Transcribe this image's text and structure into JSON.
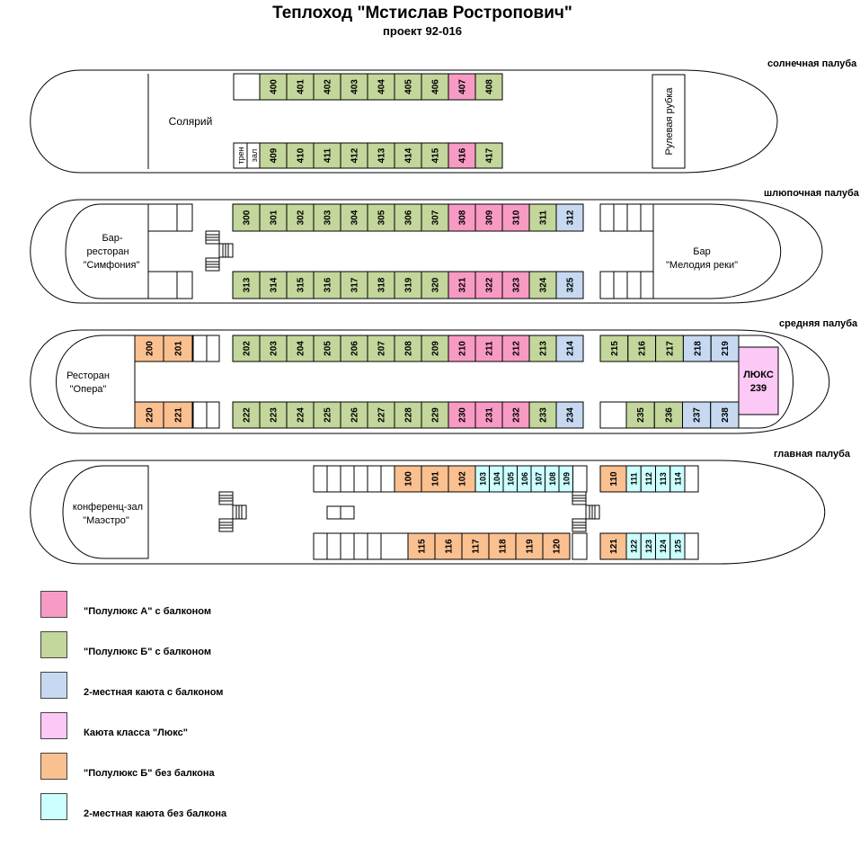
{
  "title": "Теплоход \"Мстислав Ростропович\"",
  "subtitle": "проект 92-016",
  "colors": {
    "pink": "#f79ac4",
    "green": "#c3d69b",
    "blue": "#c6d9f1",
    "lux": "#fcc8f6",
    "orange": "#fac090",
    "cyan": "#ccffff"
  },
  "decks": {
    "sun": {
      "label": "солнечная палуба",
      "solarium": "Солярий",
      "gym_a": "трен",
      "gym_b": "зал",
      "wheelhouse": "Рулевая рубка",
      "top": [
        {
          "n": "400",
          "c": "green"
        },
        {
          "n": "401",
          "c": "green"
        },
        {
          "n": "402",
          "c": "green"
        },
        {
          "n": "403",
          "c": "green"
        },
        {
          "n": "404",
          "c": "green"
        },
        {
          "n": "405",
          "c": "green"
        },
        {
          "n": "406",
          "c": "green"
        },
        {
          "n": "407",
          "c": "pink"
        },
        {
          "n": "408",
          "c": "green"
        }
      ],
      "bottom": [
        {
          "n": "409",
          "c": "green"
        },
        {
          "n": "410",
          "c": "green"
        },
        {
          "n": "411",
          "c": "green"
        },
        {
          "n": "412",
          "c": "green"
        },
        {
          "n": "413",
          "c": "green"
        },
        {
          "n": "414",
          "c": "green"
        },
        {
          "n": "415",
          "c": "green"
        },
        {
          "n": "416",
          "c": "pink"
        },
        {
          "n": "417",
          "c": "green"
        }
      ]
    },
    "boat": {
      "label": "шлюпочная палуба",
      "restaurant_1": "Бар-",
      "restaurant_2": "ресторан",
      "restaurant_3": "\"Симфония\"",
      "bar_1": "Бар",
      "bar_2": "\"Мелодия реки\"",
      "top": [
        {
          "n": "300",
          "c": "green"
        },
        {
          "n": "301",
          "c": "green"
        },
        {
          "n": "302",
          "c": "green"
        },
        {
          "n": "303",
          "c": "green"
        },
        {
          "n": "304",
          "c": "green"
        },
        {
          "n": "305",
          "c": "green"
        },
        {
          "n": "306",
          "c": "green"
        },
        {
          "n": "307",
          "c": "green"
        },
        {
          "n": "308",
          "c": "pink"
        },
        {
          "n": "309",
          "c": "pink"
        },
        {
          "n": "310",
          "c": "pink"
        },
        {
          "n": "311",
          "c": "green"
        },
        {
          "n": "312",
          "c": "blue"
        }
      ],
      "bottom": [
        {
          "n": "313",
          "c": "green"
        },
        {
          "n": "314",
          "c": "green"
        },
        {
          "n": "315",
          "c": "green"
        },
        {
          "n": "316",
          "c": "green"
        },
        {
          "n": "317",
          "c": "green"
        },
        {
          "n": "318",
          "c": "green"
        },
        {
          "n": "319",
          "c": "green"
        },
        {
          "n": "320",
          "c": "green"
        },
        {
          "n": "321",
          "c": "pink"
        },
        {
          "n": "322",
          "c": "pink"
        },
        {
          "n": "323",
          "c": "pink"
        },
        {
          "n": "324",
          "c": "green"
        },
        {
          "n": "325",
          "c": "blue"
        }
      ]
    },
    "middle": {
      "label": "средняя палуба",
      "restaurant_1": "Ресторан",
      "restaurant_2": "\"Опера\"",
      "lux_1": "ЛЮКС",
      "lux_2": "239",
      "top_left": [
        {
          "n": "200",
          "c": "orange"
        },
        {
          "n": "201",
          "c": "orange"
        }
      ],
      "top_mid": [
        {
          "n": "202",
          "c": "green"
        },
        {
          "n": "203",
          "c": "green"
        },
        {
          "n": "204",
          "c": "green"
        },
        {
          "n": "205",
          "c": "green"
        },
        {
          "n": "206",
          "c": "green"
        },
        {
          "n": "207",
          "c": "green"
        },
        {
          "n": "208",
          "c": "green"
        },
        {
          "n": "209",
          "c": "green"
        },
        {
          "n": "210",
          "c": "pink"
        },
        {
          "n": "211",
          "c": "pink"
        },
        {
          "n": "212",
          "c": "pink"
        },
        {
          "n": "213",
          "c": "green"
        },
        {
          "n": "214",
          "c": "blue"
        }
      ],
      "top_right": [
        {
          "n": "215",
          "c": "green"
        },
        {
          "n": "216",
          "c": "green"
        },
        {
          "n": "217",
          "c": "green"
        },
        {
          "n": "218",
          "c": "blue"
        },
        {
          "n": "219",
          "c": "blue"
        }
      ],
      "bottom_left": [
        {
          "n": "220",
          "c": "orange"
        },
        {
          "n": "221",
          "c": "orange"
        }
      ],
      "bottom_mid": [
        {
          "n": "222",
          "c": "green"
        },
        {
          "n": "223",
          "c": "green"
        },
        {
          "n": "224",
          "c": "green"
        },
        {
          "n": "225",
          "c": "green"
        },
        {
          "n": "226",
          "c": "green"
        },
        {
          "n": "227",
          "c": "green"
        },
        {
          "n": "228",
          "c": "green"
        },
        {
          "n": "229",
          "c": "green"
        },
        {
          "n": "230",
          "c": "pink"
        },
        {
          "n": "231",
          "c": "pink"
        },
        {
          "n": "232",
          "c": "pink"
        },
        {
          "n": "233",
          "c": "green"
        },
        {
          "n": "234",
          "c": "blue"
        }
      ],
      "bottom_right": [
        {
          "n": "235",
          "c": "green"
        },
        {
          "n": "236",
          "c": "green"
        },
        {
          "n": "237",
          "c": "blue"
        },
        {
          "n": "238",
          "c": "blue"
        }
      ]
    },
    "main": {
      "label": "главная палуба",
      "conf_1": "конференц-зал",
      "conf_2": "\"Маэстро\"",
      "top_a": [
        {
          "n": "100",
          "c": "orange"
        },
        {
          "n": "101",
          "c": "orange"
        },
        {
          "n": "102",
          "c": "orange"
        }
      ],
      "top_b": [
        {
          "n": "103",
          "c": "cyan"
        },
        {
          "n": "104",
          "c": "cyan"
        },
        {
          "n": "105",
          "c": "cyan"
        },
        {
          "n": "106",
          "c": "cyan"
        },
        {
          "n": "107",
          "c": "cyan"
        },
        {
          "n": "108",
          "c": "cyan"
        },
        {
          "n": "109",
          "c": "cyan"
        }
      ],
      "top_c": [
        {
          "n": "110",
          "c": "orange"
        }
      ],
      "top_d": [
        {
          "n": "111",
          "c": "cyan"
        },
        {
          "n": "112",
          "c": "cyan"
        },
        {
          "n": "113",
          "c": "cyan"
        },
        {
          "n": "114",
          "c": "cyan"
        }
      ],
      "bottom_a": [
        {
          "n": "115",
          "c": "orange"
        },
        {
          "n": "116",
          "c": "orange"
        },
        {
          "n": "117",
          "c": "orange"
        },
        {
          "n": "118",
          "c": "orange"
        },
        {
          "n": "119",
          "c": "orange"
        },
        {
          "n": "120",
          "c": "orange"
        }
      ],
      "bottom_c": [
        {
          "n": "121",
          "c": "orange"
        }
      ],
      "bottom_d": [
        {
          "n": "122",
          "c": "cyan"
        },
        {
          "n": "123",
          "c": "cyan"
        },
        {
          "n": "124",
          "c": "cyan"
        },
        {
          "n": "125",
          "c": "cyan"
        }
      ]
    }
  },
  "legend": [
    {
      "text": "\"Полулюкс А\" с балконом",
      "c": "pink"
    },
    {
      "text": "\"Полулюкс Б\" с балконом",
      "c": "green"
    },
    {
      "text": "2-местная каюта с балконом",
      "c": "blue"
    },
    {
      "text": "Каюта класса \"Люкс\"",
      "c": "lux"
    },
    {
      "text": "\"Полулюкс Б\" без балкона",
      "c": "orange"
    },
    {
      "text": "2-местная каюта без балкона",
      "c": "cyan"
    }
  ]
}
